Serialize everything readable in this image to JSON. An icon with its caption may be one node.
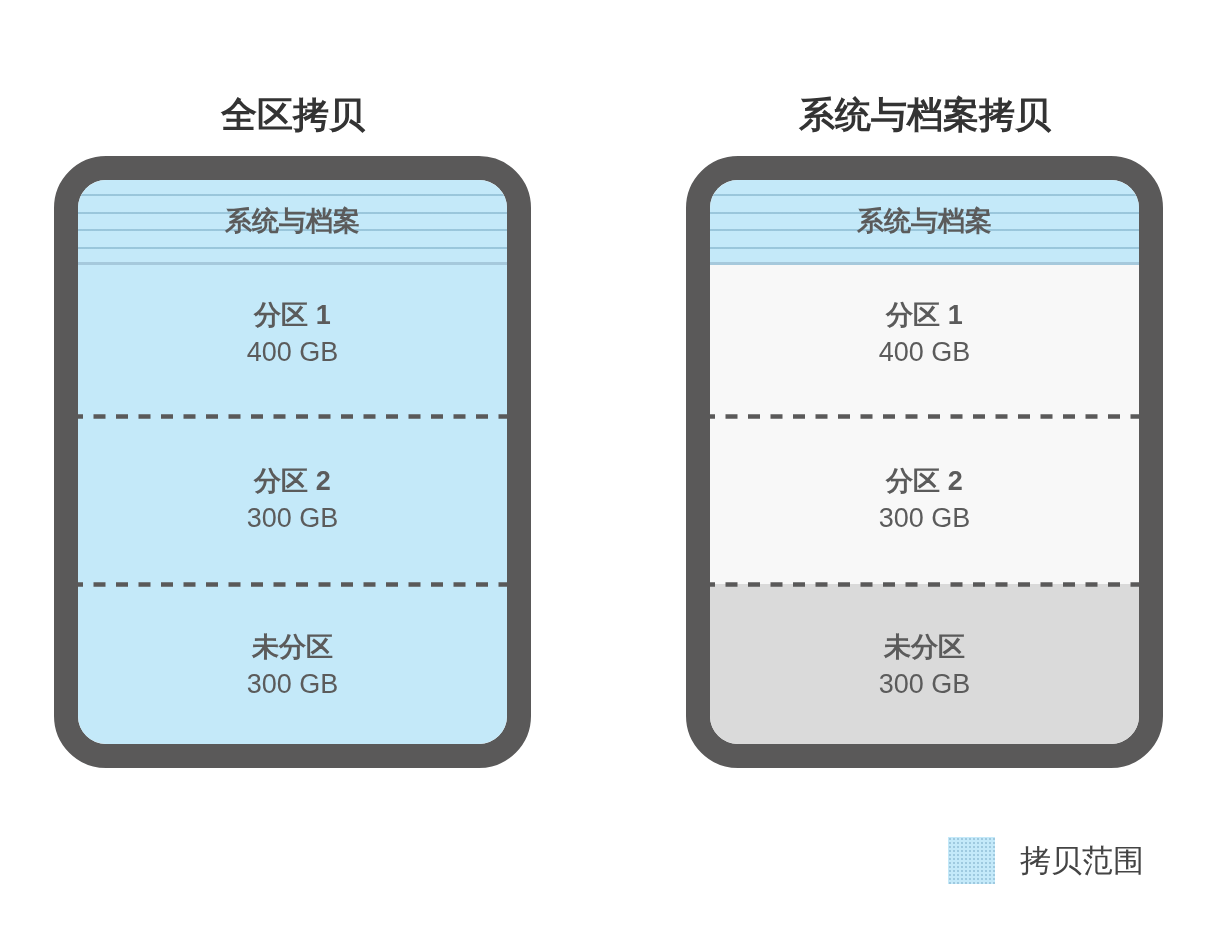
{
  "diagram": {
    "nodes": [
      {
        "text": [
          "全区拷贝"
        ]
      },
      {
        "text": [
          "系统与档案"
        ],
        "in": 0
      },
      {
        "text": [
          "分区 1",
          "400 GB"
        ],
        "in": 0
      },
      {
        "text": [
          "分区 2",
          "300 GB"
        ],
        "in": 0
      },
      {
        "text": [
          "未分区",
          "300 GB"
        ],
        "in": 0
      },
      {
        "text": [
          "系统与档案拷贝"
        ]
      },
      {
        "text": [
          "系统与档案"
        ],
        "in": 5
      },
      {
        "text": [
          "分区 1",
          "400 GB"
        ],
        "in": 5
      },
      {
        "text": [
          "分区 2",
          "300 GB"
        ],
        "in": 5
      },
      {
        "text": [
          "未分区",
          "300 GB"
        ],
        "in": 5
      }
    ],
    "legend": [
      {
        "text": "拷贝范围",
        "color": "#c4e9f9"
      }
    ]
  }
}
